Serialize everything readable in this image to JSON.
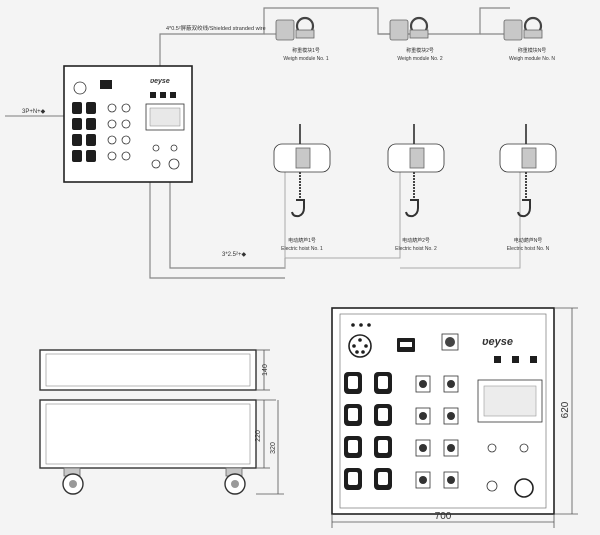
{
  "top_diagram": {
    "power_label": "3P+N+◆",
    "signal_wire_label": "4*0.5²屏蔽双绞线/Shielded stranded wire",
    "power_cable_label": "3*2.5²+◆",
    "weigh_modules": [
      {
        "label_cn": "称重模块1号",
        "label_en": "Weigh module No. 1"
      },
      {
        "label_cn": "称重模块2号",
        "label_en": "Weigh module No. 2"
      },
      {
        "label_cn": "称重模块N号",
        "label_en": "Weigh module No. N"
      }
    ],
    "hoists": [
      {
        "label_cn": "电动葫芦1号",
        "label_en": "Electric hoist No. 1"
      },
      {
        "label_cn": "电动葫芦2号",
        "label_en": "Electric hoist No. 2"
      },
      {
        "label_cn": "电动葫芦N号",
        "label_en": "Electric hoist No. N"
      }
    ],
    "brand": "ʋeyse"
  },
  "side_view": {
    "lid_height": "140",
    "body_height": "220",
    "total_height": "320"
  },
  "front_view": {
    "width": "700",
    "height": "620",
    "brand": "ʋeyse"
  },
  "colors": {
    "background": "#f4f4f4",
    "panel": "#ffffff",
    "line": "#222222"
  }
}
